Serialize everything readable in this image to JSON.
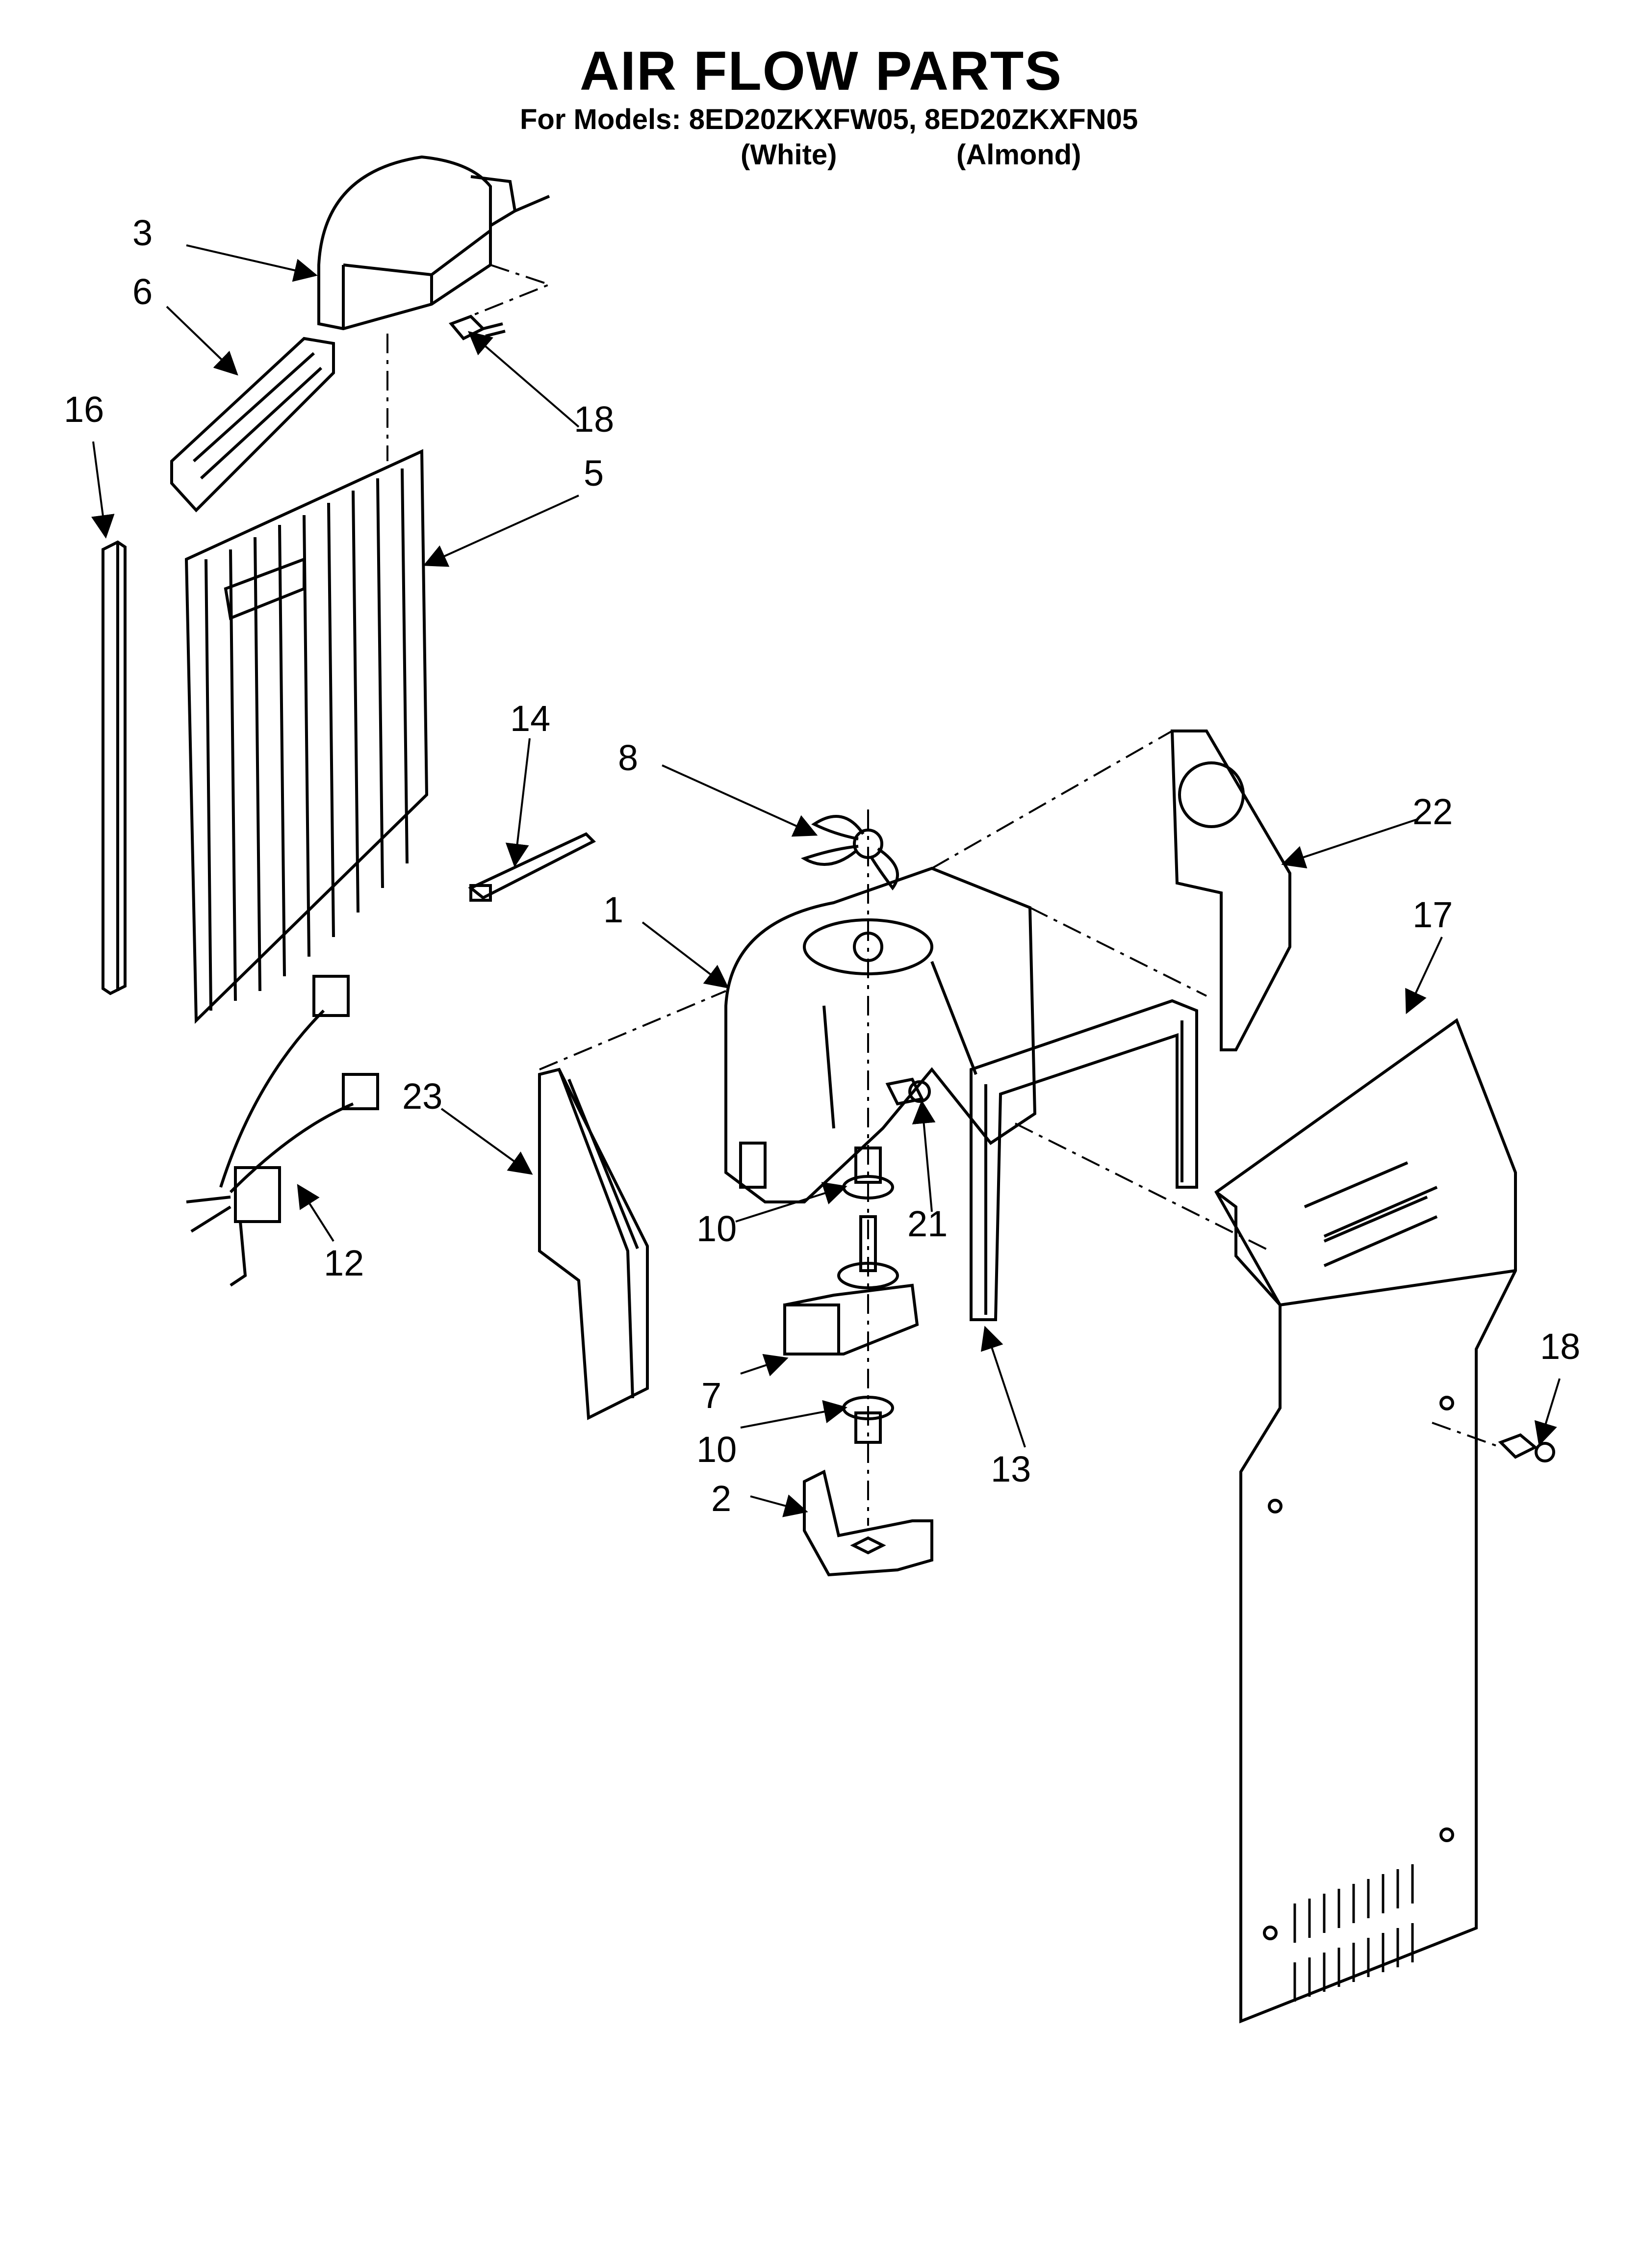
{
  "title": "AIR FLOW PARTS",
  "models_line": "For Models: 8ED20ZKXFW05, 8ED20ZKXFN05",
  "variants": [
    "(White)",
    "(Almond)"
  ],
  "callouts": [
    "3",
    "6",
    "16",
    "18",
    "5",
    "14",
    "8",
    "22",
    "1",
    "17",
    "23",
    "21",
    "10",
    "12",
    "7",
    "10",
    "13",
    "18",
    "2"
  ]
}
